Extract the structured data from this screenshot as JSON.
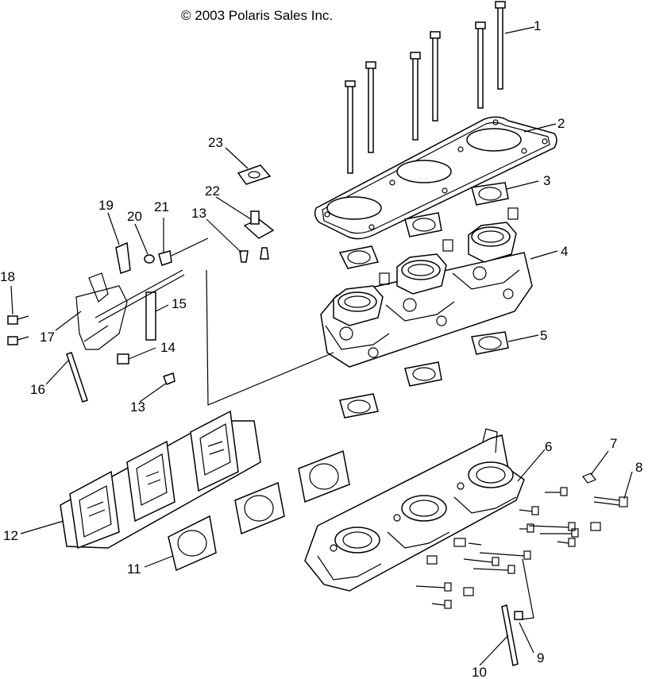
{
  "copyright": "© 2003 Polaris Sales Inc.",
  "callouts": [
    {
      "id": "c1",
      "text": "1"
    },
    {
      "id": "c2",
      "text": "2"
    },
    {
      "id": "c3",
      "text": "3"
    },
    {
      "id": "c4",
      "text": "4"
    },
    {
      "id": "c5",
      "text": "5"
    },
    {
      "id": "c6",
      "text": "6"
    },
    {
      "id": "c7",
      "text": "7"
    },
    {
      "id": "c8",
      "text": "8"
    },
    {
      "id": "c9",
      "text": "9"
    },
    {
      "id": "c10",
      "text": "10"
    },
    {
      "id": "c11",
      "text": "11"
    },
    {
      "id": "c12",
      "text": "12"
    },
    {
      "id": "c13a",
      "text": "13"
    },
    {
      "id": "c13b",
      "text": "13"
    },
    {
      "id": "c14",
      "text": "14"
    },
    {
      "id": "c15",
      "text": "15"
    },
    {
      "id": "c16",
      "text": "16"
    },
    {
      "id": "c17",
      "text": "17"
    },
    {
      "id": "c18",
      "text": "18"
    },
    {
      "id": "c19",
      "text": "19"
    },
    {
      "id": "c20",
      "text": "20"
    },
    {
      "id": "c21",
      "text": "21"
    },
    {
      "id": "c22",
      "text": "22"
    },
    {
      "id": "c23",
      "text": "23"
    }
  ],
  "colors": {
    "ink": "#000000",
    "paper": "#ffffff"
  }
}
